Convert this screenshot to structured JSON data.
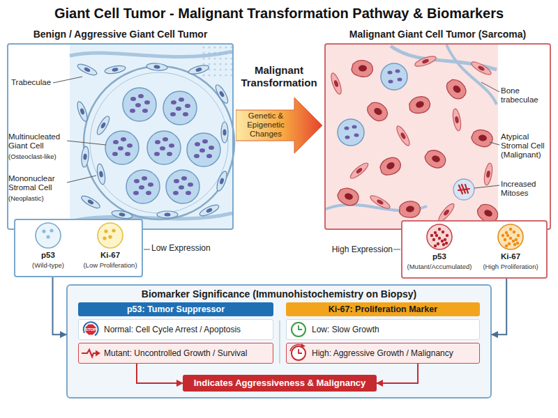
{
  "diagram": {
    "title": "Giant Cell Tumor - Malignant Transformation Pathway & Biomarkers",
    "nodes": [
      {
        "text": [
          "Benign / Aggressive Giant Cell Tumor"
        ]
      },
      {
        "text": [
          "Low Expression"
        ],
        "in": 0
      },
      {
        "text": [
          "p53",
          "(Wild-type)"
        ],
        "in": 1
      },
      {
        "text": [
          "Ki-67",
          "(Low Proliferation)"
        ],
        "in": 1
      },
      {
        "text": [
          "Malignant Transformation",
          "Genetic & Epigenetic Changes"
        ]
      },
      {
        "text": [
          "Malignant Giant Cell Tumor (Sarcoma)"
        ]
      },
      {
        "text": [
          "High Expression"
        ],
        "in": 5
      },
      {
        "text": [
          "p53",
          "(Mutant/Accumulated)"
        ],
        "in": 6
      },
      {
        "text": [
          "Ki-67",
          "(High Proliferation)"
        ],
        "in": 6
      },
      {
        "text": [
          "Biomarker Significance (Immunohistochemistry on Biopsy)"
        ]
      },
      {
        "text": [
          "p53: Tumor Suppressor"
        ],
        "in": 9
      },
      {
        "text": [
          "Ki-67: Proliferation Marker"
        ],
        "in": 9
      },
      {
        "text": [
          "Normal: Cell Cycle Arrest / Apoptosis"
        ],
        "in": 9
      },
      {
        "text": [
          "Low: Slow Growth"
        ],
        "in": 9
      },
      {
        "text": [
          "Mutant: Uncontrolled Growth / Survival"
        ],
        "in": 9
      },
      {
        "text": [
          "High: Aggressive Growth / Malignancy"
        ],
        "in": 9
      },
      {
        "text": [
          "Indicates Aggressiveness & Malignancy"
        ],
        "in": 9
      }
    ],
    "edges": [
      {
        "from": 1,
        "to": 9,
        "arrow": "to"
      },
      {
        "from": 6,
        "to": 9,
        "arrow": "to"
      },
      {
        "from": 14,
        "to": 16,
        "arrow": "to"
      },
      {
        "from": 15,
        "to": 16,
        "arrow": "to"
      }
    ],
    "labels": [
      "Trabeculae",
      "Multinucleated Giant Cell",
      "(Osteoclast-like)",
      "Mononuclear Stromal Cell",
      "(Neoplastic)",
      "Bone trabeculae",
      "Atypical Stromal Cell (Malignant)",
      "Increased Mitoses",
      "STOP"
    ]
  }
}
